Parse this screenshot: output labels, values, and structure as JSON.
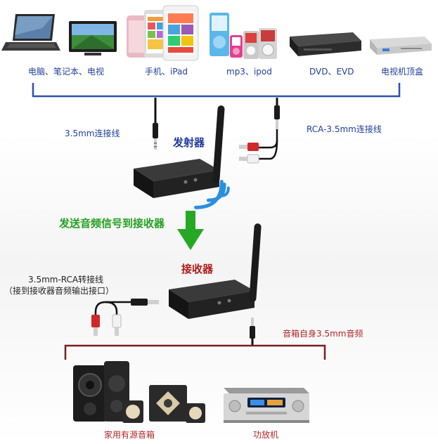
{
  "sources": {
    "pc_label": "电脑、笔记本、电视",
    "phone_label": "手机、iPad",
    "mp3_label": "mp3、ipod",
    "dvd_label": "DVD、EVD",
    "stb_label": "电视机顶盒"
  },
  "cables": {
    "mm35_label": "3.5mm连接线",
    "rca_label": "RCA-3.5mm连接线",
    "adapter_label": "3.5mm-RCA转接线",
    "adapter_note": "（接到接收器音频输出接口）",
    "speaker_in_label": "音箱自身3.5mm音频"
  },
  "units": {
    "transmitter": "发射器",
    "receiver": "接收器",
    "flow": "发送音频信号到接收器"
  },
  "outputs": {
    "speakers_label": "家用有源音箱",
    "amp_label": "功放机"
  },
  "colors": {
    "label_blue": "#1f3f9a",
    "accent_green": "#23a021",
    "accent_red": "#b01a1a",
    "wifi_blue": "#2a8fe0"
  }
}
